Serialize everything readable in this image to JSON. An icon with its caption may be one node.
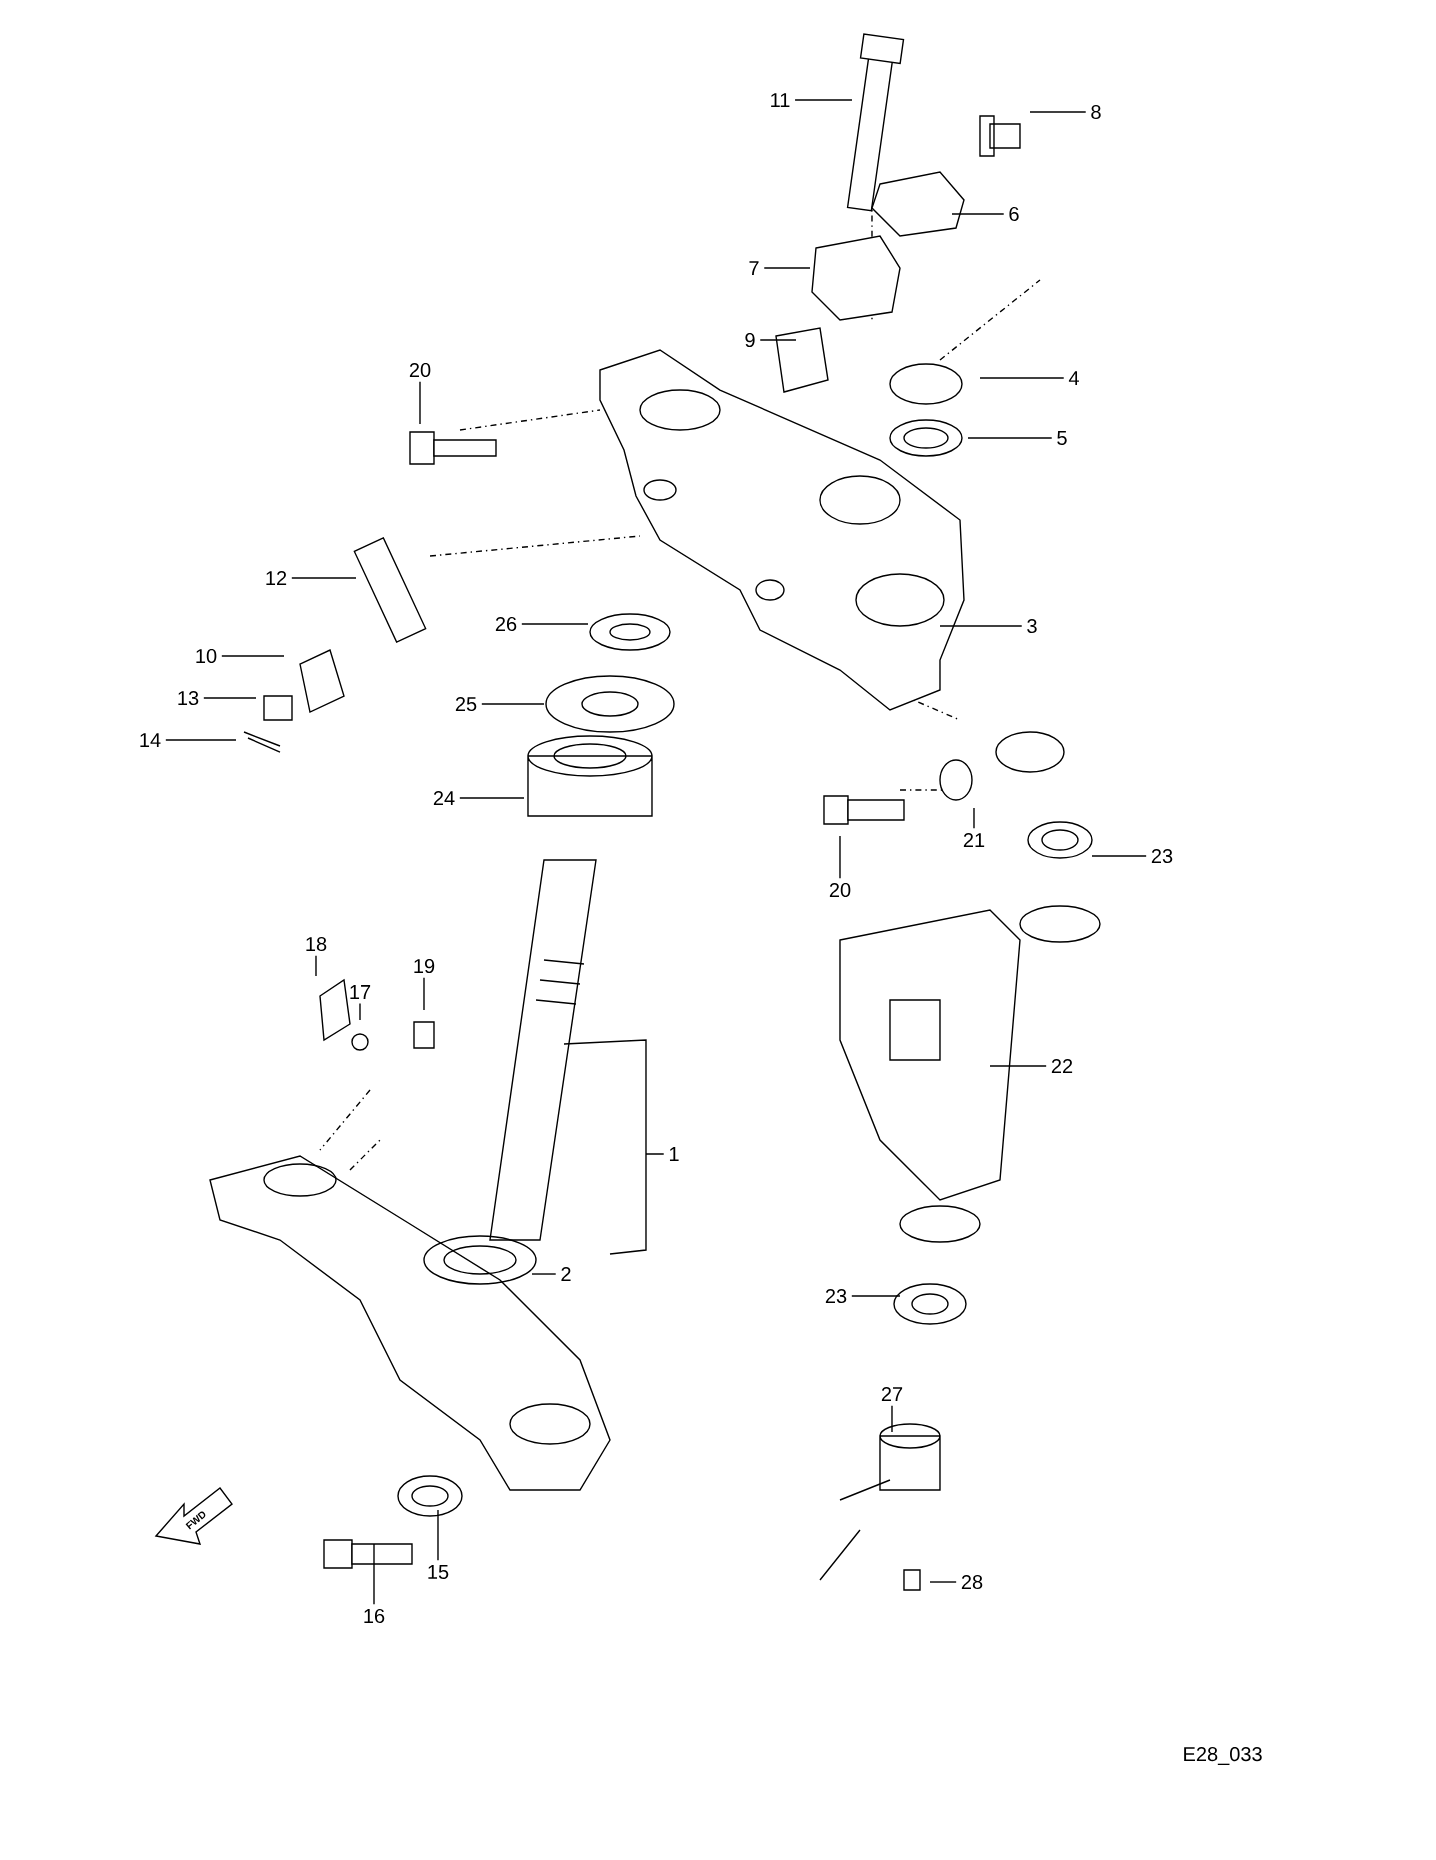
{
  "diagram": {
    "nodes": [
      {
        "text": [
          "11"
        ]
      },
      {
        "text": [
          "8"
        ]
      },
      {
        "text": [
          "6"
        ]
      },
      {
        "text": [
          "7"
        ]
      },
      {
        "text": [
          "9"
        ]
      },
      {
        "text": [
          "4"
        ]
      },
      {
        "text": [
          "20"
        ]
      },
      {
        "text": [
          "5"
        ]
      },
      {
        "text": [
          "12"
        ]
      },
      {
        "text": [
          "26"
        ]
      },
      {
        "text": [
          "3"
        ]
      },
      {
        "text": [
          "10"
        ]
      },
      {
        "text": [
          "25"
        ]
      },
      {
        "text": [
          "13"
        ]
      },
      {
        "text": [
          "14"
        ]
      },
      {
        "text": [
          "24"
        ]
      },
      {
        "text": [
          "21"
        ]
      },
      {
        "text": [
          "23"
        ]
      },
      {
        "text": [
          "20"
        ]
      },
      {
        "text": [
          "18"
        ]
      },
      {
        "text": [
          "19"
        ]
      },
      {
        "text": [
          "17"
        ]
      },
      {
        "text": [
          "22"
        ]
      },
      {
        "text": [
          "1"
        ]
      },
      {
        "text": [
          "2"
        ]
      },
      {
        "text": [
          "23"
        ]
      },
      {
        "text": [
          "27"
        ]
      },
      {
        "text": [
          "15"
        ]
      },
      {
        "text": [
          "28"
        ]
      },
      {
        "text": [
          "16"
        ]
      }
    ],
    "edges": [
      {
        "from": 0,
        "to": null,
        "arrow": "none"
      },
      {
        "from": 1,
        "to": null,
        "arrow": "none"
      },
      {
        "from": 2,
        "to": null,
        "arrow": "none"
      },
      {
        "from": 3,
        "to": null,
        "arrow": "none"
      },
      {
        "from": 4,
        "to": null,
        "arrow": "none"
      },
      {
        "from": 5,
        "to": null,
        "arrow": "none"
      },
      {
        "from": 6,
        "to": null,
        "arrow": "none"
      },
      {
        "from": 7,
        "to": null,
        "arrow": "none"
      },
      {
        "from": 8,
        "to": null,
        "arrow": "none"
      },
      {
        "from": 9,
        "to": null,
        "arrow": "none"
      },
      {
        "from": 10,
        "to": null,
        "arrow": "none"
      },
      {
        "from": 11,
        "to": null,
        "arrow": "none"
      },
      {
        "from": 12,
        "to": null,
        "arrow": "none"
      },
      {
        "from": 13,
        "to": null,
        "arrow": "none"
      },
      {
        "from": 14,
        "to": null,
        "arrow": "none"
      },
      {
        "from": 15,
        "to": null,
        "arrow": "none"
      },
      {
        "from": 16,
        "to": null,
        "arrow": "none"
      },
      {
        "from": 17,
        "to": null,
        "arrow": "none"
      },
      {
        "from": 18,
        "to": null,
        "arrow": "none"
      },
      {
        "from": 19,
        "to": null,
        "arrow": "none"
      },
      {
        "from": 20,
        "to": null,
        "arrow": "none"
      },
      {
        "from": 21,
        "to": null,
        "arrow": "none"
      },
      {
        "from": 22,
        "to": null,
        "arrow": "none"
      },
      {
        "from": 23,
        "to": null,
        "arrow": "none"
      },
      {
        "from": 24,
        "to": null,
        "arrow": "none"
      },
      {
        "from": 25,
        "to": null,
        "arrow": "none"
      },
      {
        "from": 26,
        "to": null,
        "arrow": "none"
      },
      {
        "from": 27,
        "to": null,
        "arrow": "none"
      },
      {
        "from": 28,
        "to": null,
        "arrow": "none"
      },
      {
        "from": 29,
        "to": null,
        "arrow": "none"
      }
    ],
    "labels": [
      "FWD",
      "E28_033"
    ]
  }
}
